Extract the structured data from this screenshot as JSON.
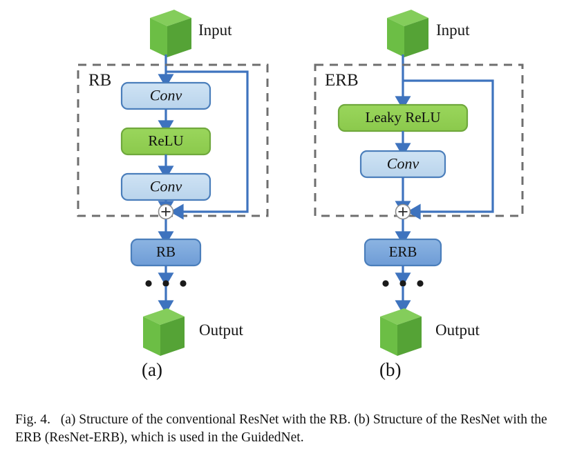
{
  "figure": {
    "id": "Fig. 4.",
    "caption_line1": "(a) Structure of the conventional ResNet with the RB. (b) Structure",
    "caption_line2": "of the ResNet with the ERB (ResNet-ERB), which is used in the GuidedNet.",
    "caption_full": "Fig. 4.   (a) Structure of the conventional ResNet with the RB. (b) Structure of the ResNet with the ERB (ResNet-ERB), which is used in the GuidedNet."
  },
  "colors": {
    "green_front": "#6CBE45",
    "green_top": "#84CD5B",
    "green_side": "#55A336",
    "blue_arrow": "#3E73BE",
    "conv_fill": "#C3DBEF",
    "conv_stroke": "#4A7EBB",
    "relu_fill": "#92D050",
    "relu_stroke": "#6FA83C",
    "block_fill": "#7BA7DC",
    "block_stroke": "#4A7EBB",
    "dashed_stroke": "#6E6E6E",
    "dot_color": "#1a1a1a",
    "junction_fill": "#ffffff",
    "junction_stroke": "#8c8c8c"
  },
  "panels": [
    {
      "key": "a",
      "subcaption": "(a)",
      "group_label": "RB",
      "input_label": "Input",
      "output_label": "Output",
      "nodes": [
        {
          "name": "conv-1",
          "label": "Conv",
          "style": "conv",
          "italic": true
        },
        {
          "name": "relu",
          "label": "ReLU",
          "style": "relu",
          "italic": false
        },
        {
          "name": "conv-2",
          "label": "Conv",
          "style": "conv",
          "italic": true
        }
      ],
      "junction": "+",
      "stack_block": "RB",
      "ellipsis": "• • •"
    },
    {
      "key": "b",
      "subcaption": "(b)",
      "group_label": "ERB",
      "input_label": "Input",
      "output_label": "Output",
      "nodes": [
        {
          "name": "leaky-relu",
          "label": "Leaky ReLU",
          "style": "relu",
          "italic": false
        },
        {
          "name": "conv-1",
          "label": "Conv",
          "style": "conv",
          "italic": true
        }
      ],
      "junction": "+",
      "stack_block": "ERB",
      "ellipsis": "• • •"
    }
  ]
}
